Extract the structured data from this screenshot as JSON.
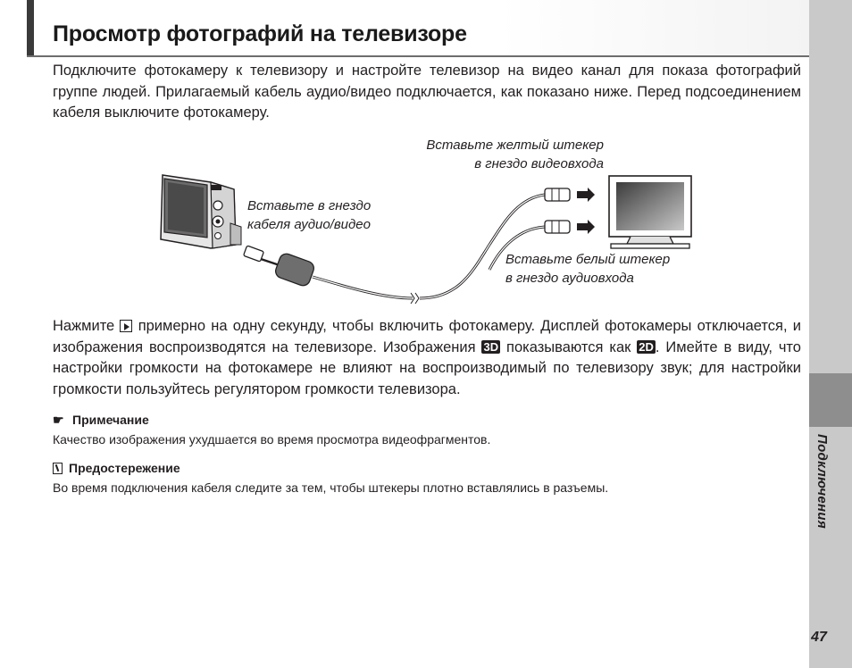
{
  "header": {
    "title": "Просмотр фотографий на телевизоре"
  },
  "intro": "Подключите фотокамеру к телевизору и настройте телевизор на видео канал для показа фотографий группе людей. Прилагаемый кабель аудио/видео подключается, как показано ниже. Перед подсоеди­нением кабеля выключите фотокамеру.",
  "illustration": {
    "caption_yellow_l1": "Вставьте желтый штекер",
    "caption_yellow_l2": "в гнездо видеовхода",
    "caption_socket_l1": "Вставьте в гнездо",
    "caption_socket_l2": "кабеля аудио/видео",
    "caption_white_l1": "Вставьте белый штекер",
    "caption_white_l2": "в гнездо аудиовхода",
    "icons": [
      "camera-icon",
      "television-icon",
      "av-cable-icon"
    ]
  },
  "body": {
    "s1": "Нажмите ",
    "s2": " примерно на одну секунду, чтобы включить фотокамеру. Дисплей фотокамеры отключа­ется, и изображения воспроизводятся на телевизоре. Изображения ",
    "badge_3d": "3D",
    "s3": " показываются как ",
    "badge_2d": "2D",
    "s4": ". Имейте в виду, что настройки громкости на фотокамере не влияют на воспроизводимый по телевизору звук; для настройки громкости пользуйтесь регулятором громкости телевизора."
  },
  "note": {
    "heading": "Примечание",
    "text": "Качество изображения ухудшается во время просмотра видеофрагментов."
  },
  "caution": {
    "heading": "Предостережение",
    "text": "Во время подключения кабеля следите за тем, чтобы штекеры плотно вставлялись в разъемы."
  },
  "sidebar": {
    "section_label": "Подключения",
    "page_number": "47"
  }
}
